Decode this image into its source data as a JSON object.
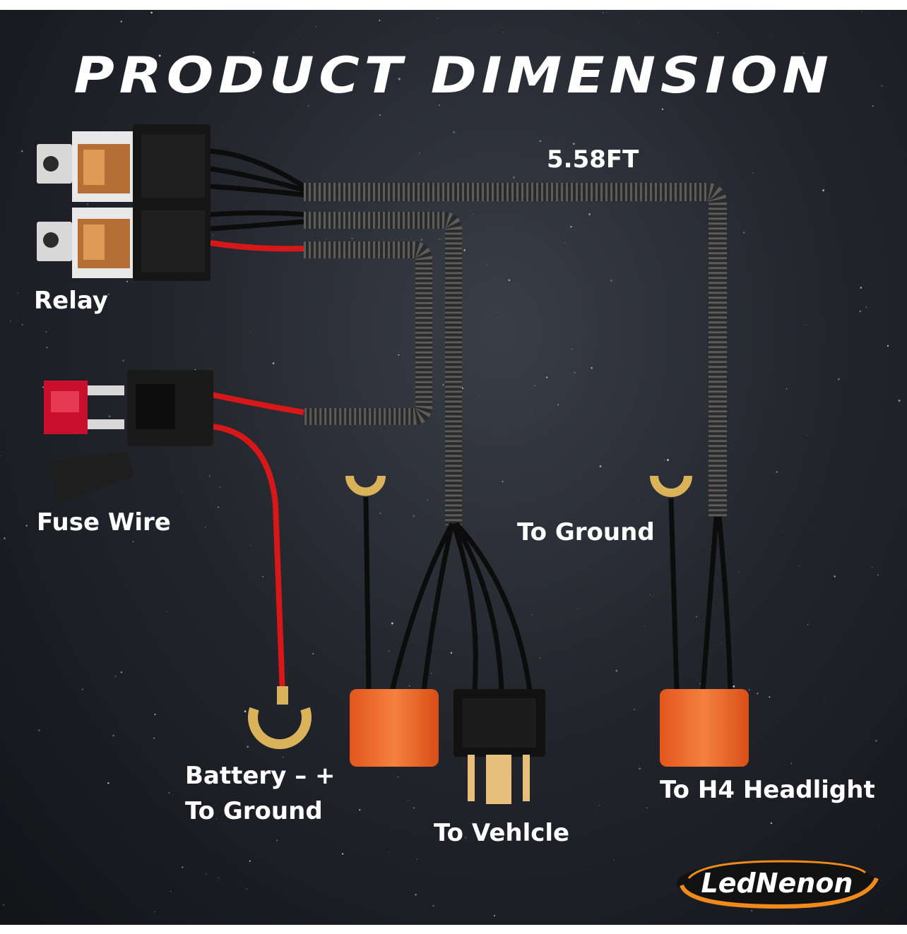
{
  "title": "PRODUCT DIMENSION",
  "length_label": "5.58FT",
  "labels": {
    "relay": "Relay",
    "fuse_wire": "Fuse Wire",
    "to_ground": "To Ground",
    "battery_line1": "Battery – +",
    "battery_line2": "To Ground",
    "to_vehicle": "To Vehlcle",
    "to_headlight": "To H4 Headlight"
  },
  "brand": "LedNenon",
  "colors": {
    "background": "#23262d",
    "wire_red": "#d81818",
    "wire_black": "#0c0c0c",
    "connector_orange": "#f06a2a",
    "terminal_gold": "#d9b25a",
    "logo_ring": "#f08a1a"
  }
}
